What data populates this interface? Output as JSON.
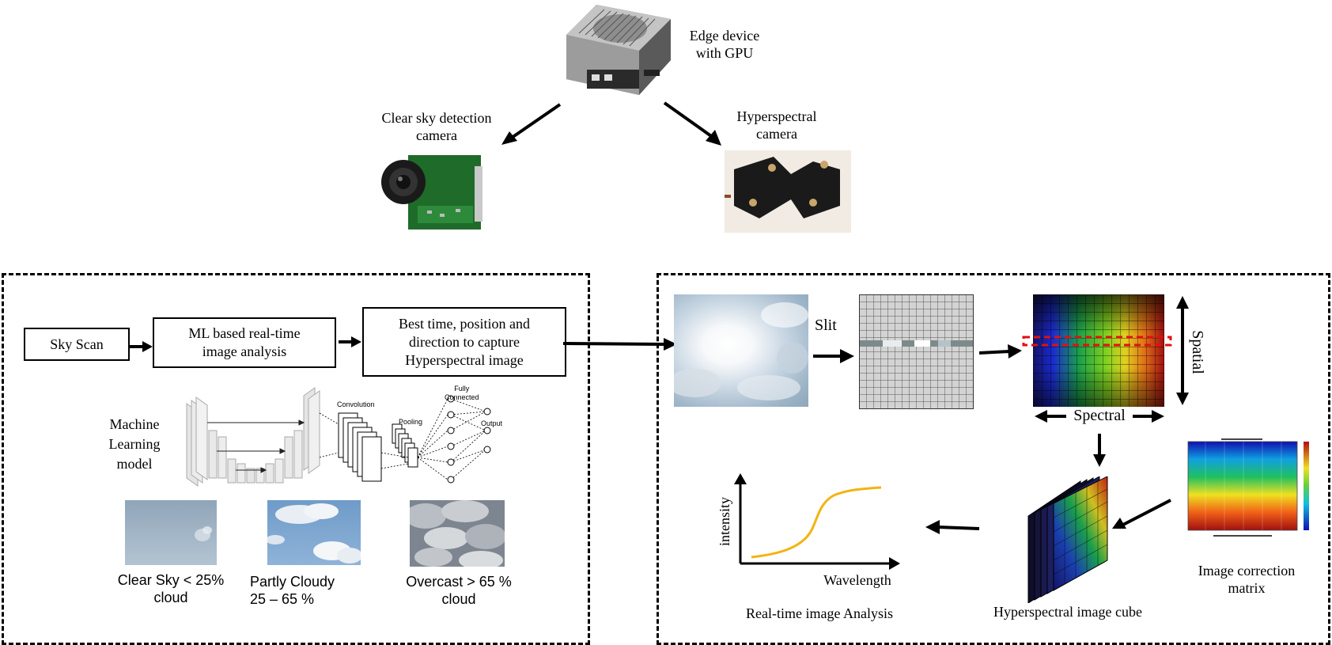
{
  "hardware": {
    "edge_device": "Edge device\nwith GPU",
    "clear_sky_camera": "Clear sky detection\ncamera",
    "hyperspectral_camera": "Hyperspectral\ncamera"
  },
  "left_panel": {
    "sky_scan": "Sky Scan",
    "ml_analysis": "ML based real-time\nimage analysis",
    "best_time": "Best time, position and\ndirection to capture\nHyperspectral image",
    "ml_model": "Machine\nLearning\nmodel",
    "cnn": {
      "convolution": "Convolution",
      "pooling": "Pooling",
      "fully_connected": "Fully\nConnected",
      "output": "Output"
    },
    "sky_classes": [
      {
        "label": "Clear Sky < 25%\ncloud"
      },
      {
        "label": "Partly Cloudy\n25 – 65 %"
      },
      {
        "label": "Overcast > 65 %\ncloud"
      }
    ]
  },
  "right_panel": {
    "slit": "Slit",
    "spatial": "Spatial",
    "spectral": "Spectral",
    "intensity": "intensity",
    "wavelength": "Wavelength",
    "realtime_analysis": "Real-time image Analysis",
    "cube": "Hyperspectral image cube",
    "correction": "Image correction\nmatrix"
  },
  "colors": {
    "highlight": "#e01010",
    "curve": "#f2b414",
    "grid_line": "#555555"
  }
}
